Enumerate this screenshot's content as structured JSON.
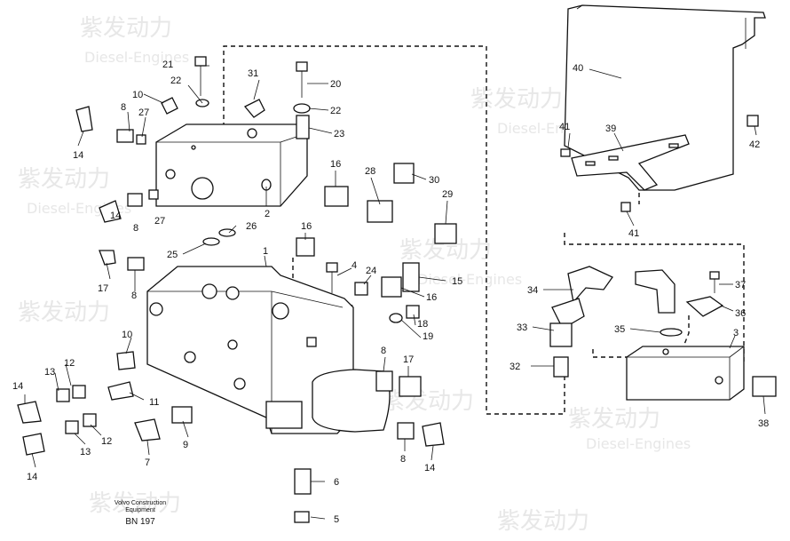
{
  "credit": {
    "line1": "Volvo Construction",
    "line2": "Equipment",
    "code": "BN 197"
  },
  "watermark": {
    "brand": "紫发动力",
    "sub": "Diesel-Engines"
  },
  "callouts": [
    "1",
    "2",
    "3",
    "4",
    "5",
    "6",
    "7",
    "8",
    "9",
    "10",
    "11",
    "12",
    "13",
    "14",
    "15",
    "16",
    "17",
    "18",
    "19",
    "20",
    "21",
    "22",
    "23",
    "24",
    "25",
    "26",
    "27",
    "28",
    "29",
    "30",
    "31",
    "32",
    "33",
    "34",
    "35",
    "36",
    "37",
    "38",
    "39",
    "40",
    "41",
    "42"
  ]
}
